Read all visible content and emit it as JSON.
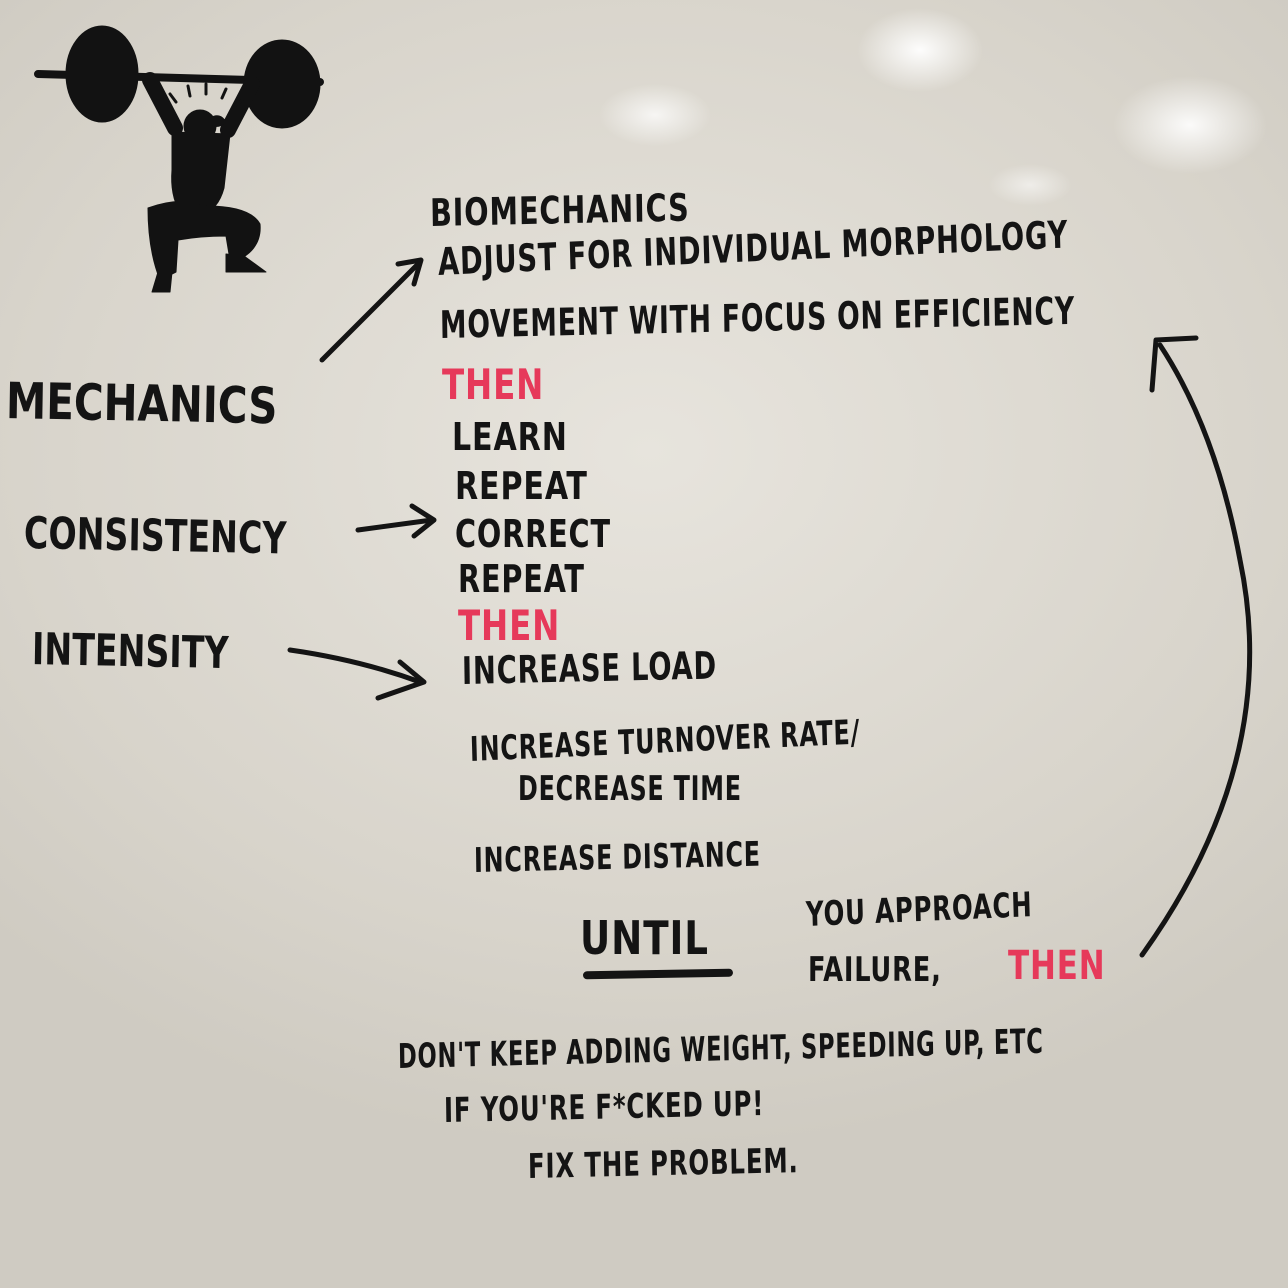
{
  "whiteboard": {
    "left_labels": {
      "mechanics": "MECHANICS",
      "consistency": "CONSISTENCY",
      "intensity": "INTENSITY"
    },
    "mechanics_block": {
      "line1": "BIOMECHANICS",
      "line2": "ADJUST FOR INDIVIDUAL MORPHOLOGY",
      "line3": "MOVEMENT WITH FOCUS ON EFFICIENCY"
    },
    "then_1": "THEN",
    "consistency_block": {
      "line1": "LEARN",
      "line2": "REPEAT",
      "line3": "CORRECT",
      "line4": "REPEAT"
    },
    "then_2": "THEN",
    "intensity_block": {
      "line1": "INCREASE LOAD",
      "line2a": "INCREASE TURNOVER RATE/",
      "line2b": "DECREASE TIME",
      "line3": "INCREASE DISTANCE"
    },
    "until": "UNTIL",
    "until_phrase": {
      "line1": "YOU APPROACH",
      "line2": "FAILURE,",
      "then_3": "THEN"
    },
    "footer": {
      "line1": "DON'T KEEP ADDING WEIGHT, SPEEDING UP, ETC",
      "line2": "IF YOU'RE F*CKED UP!",
      "line3": "FIX THE PROBLEM."
    },
    "colors": {
      "marker_black": "#141414",
      "marker_red": "#e6395a",
      "board": "#dcd9d1"
    },
    "icons": [
      "weightlifter-silhouette-icon"
    ]
  }
}
